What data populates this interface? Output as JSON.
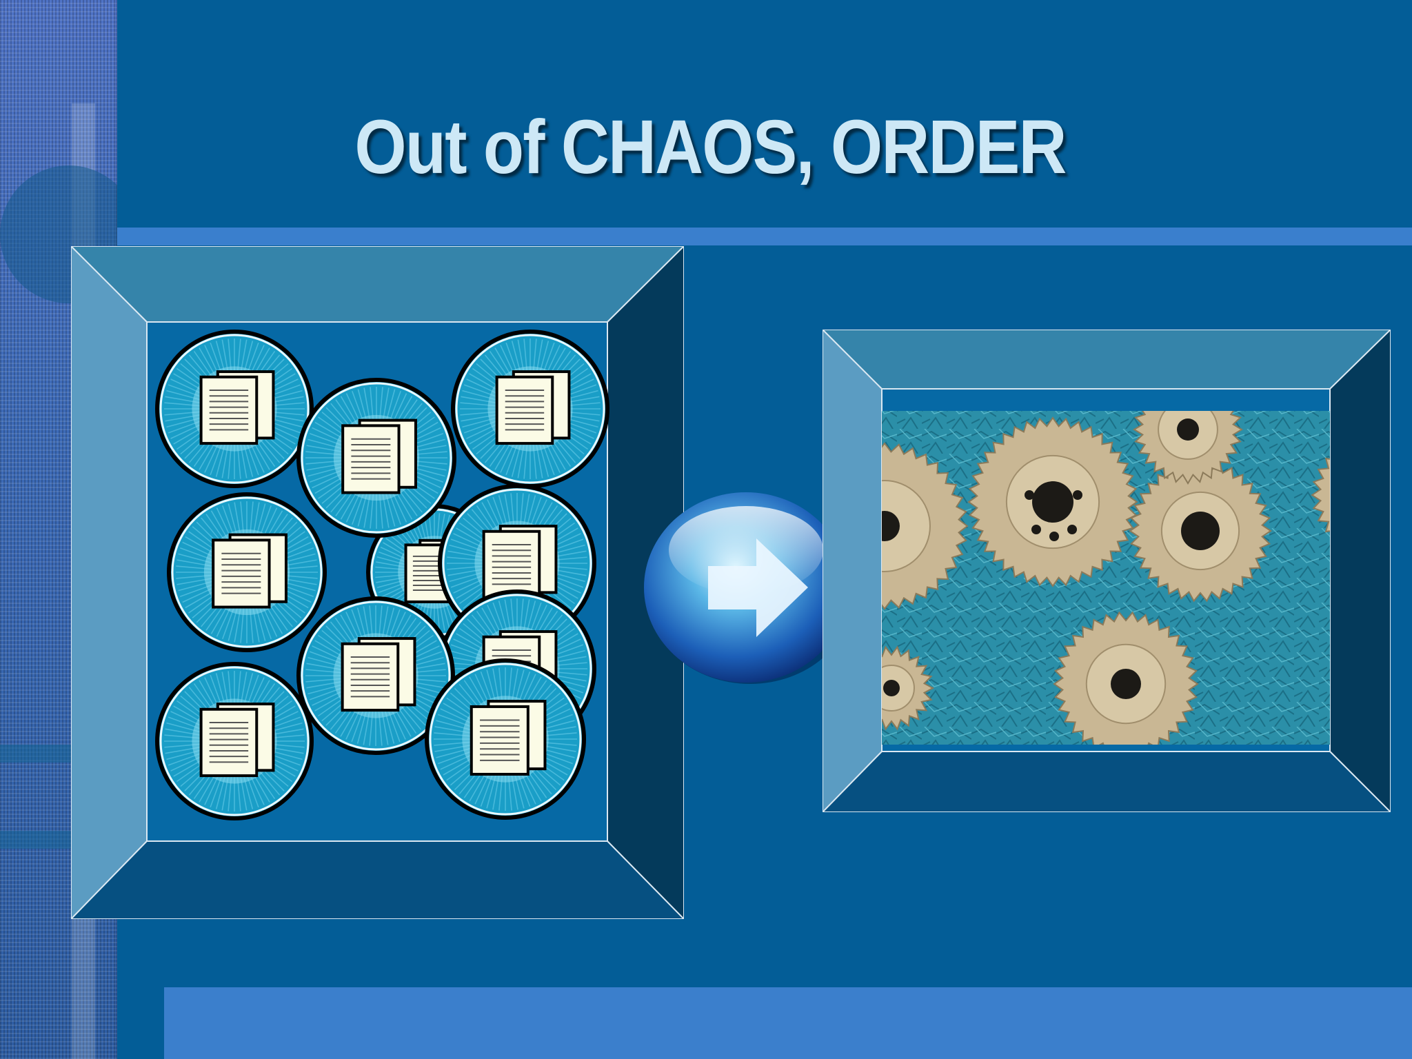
{
  "slide": {
    "title": "Out of CHAOS, ORDER"
  },
  "left_panel": {
    "content": "document-icons",
    "icon_count": 10
  },
  "right_panel": {
    "content": "gears-photo"
  },
  "arrow": {
    "icon": "right-arrow-icon"
  },
  "colors": {
    "background": "#035d97",
    "title_text": "#cde8f6",
    "accent_band": "#3a7fcd",
    "icon_circle": "#1a9ec7",
    "gear": "#c9b794"
  }
}
